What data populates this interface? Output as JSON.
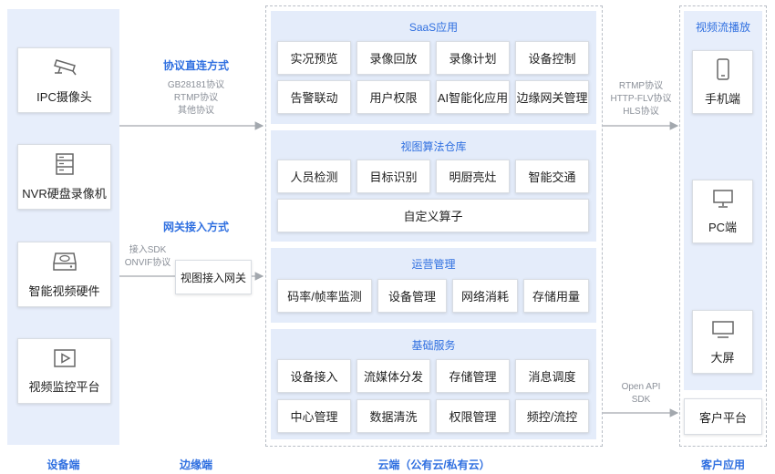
{
  "devices": {
    "items": [
      {
        "label": "IPC摄像头",
        "icon": "cctv-camera-icon"
      },
      {
        "label": "NVR硬盘录像机",
        "icon": "server-rack-icon"
      },
      {
        "label": "智能视频硬件",
        "icon": "hard-drive-icon"
      },
      {
        "label": "视频监控平台",
        "icon": "video-player-icon"
      }
    ],
    "footer": "设备端"
  },
  "edge": {
    "direct_title": "协议直连方式",
    "direct_protocols": [
      "GB28181协议",
      "RTMP协议",
      "其他协议"
    ],
    "gateway_title": "网关接入方式",
    "gateway_protocols": [
      "接入SDK",
      "ONVIF协议"
    ],
    "gateway_box": "视图接入网关",
    "footer": "边缘端"
  },
  "cloud": {
    "footer": "云端（公有云/私有云）",
    "saas": {
      "title": "SaaS应用",
      "items": [
        "实况预览",
        "录像回放",
        "录像计划",
        "设备控制",
        "告警联动",
        "用户权限",
        "AI智能化应用",
        "边缘网关管理"
      ]
    },
    "algo": {
      "title": "视图算法仓库",
      "items": [
        "人员检测",
        "目标识别",
        "明厨亮灶",
        "智能交通"
      ],
      "wide": "自定义算子"
    },
    "ops": {
      "title": "运营管理",
      "items": [
        "码率/帧率监测",
        "设备管理",
        "网络消耗",
        "存储用量"
      ]
    },
    "base": {
      "title": "基础服务",
      "items": [
        "设备接入",
        "流媒体分发",
        "存储管理",
        "消息调度",
        "中心管理",
        "数据清洗",
        "权限管理",
        "频控/流控"
      ]
    }
  },
  "right_arrows": {
    "stream_protocols": [
      "RTMP协议",
      "HTTP-FLV协议",
      "HLS协议"
    ],
    "api_labels": [
      "Open API",
      "SDK"
    ]
  },
  "client": {
    "title": "视频流播放",
    "items": [
      {
        "label": "手机端",
        "icon": "smartphone-icon"
      },
      {
        "label": "PC端",
        "icon": "monitor-icon"
      },
      {
        "label": "大屏",
        "icon": "tv-icon"
      }
    ],
    "platform": "客户平台",
    "footer": "客户应用"
  },
  "colors": {
    "accent": "#2f6fe0",
    "lane": "#e7eefb",
    "arrow": "#a3a8ae"
  }
}
